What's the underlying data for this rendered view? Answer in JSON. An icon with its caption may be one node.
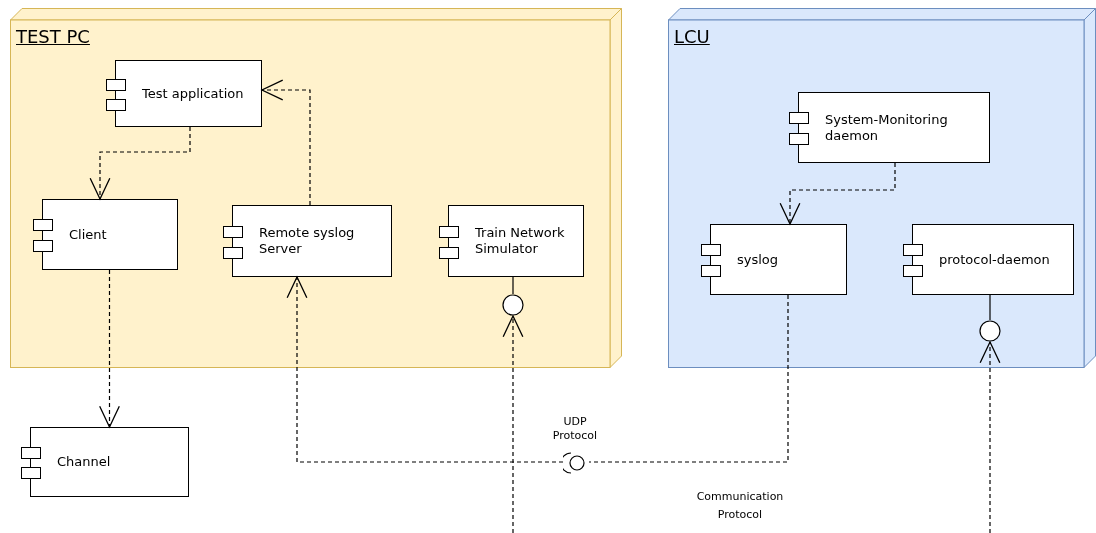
{
  "diagram": {
    "nodes": [
      {
        "text": [
          "TEST PC"
        ]
      },
      {
        "text": [
          "Test application"
        ],
        "in": 0
      },
      {
        "text": [
          "Client"
        ],
        "in": 0
      },
      {
        "text": [
          "Remote syslog Server"
        ],
        "in": 0
      },
      {
        "text": [
          "Train Network Simulator"
        ],
        "in": 0
      },
      {
        "text": [],
        "shape": "circle",
        "in": 0
      },
      {
        "text": [
          "LCU"
        ]
      },
      {
        "text": [
          "System-Monitoring daemon"
        ],
        "in": 6
      },
      {
        "text": [
          "syslog"
        ],
        "in": 6
      },
      {
        "text": [
          "protocol-daemon"
        ],
        "in": 6
      },
      {
        "text": [],
        "shape": "circle",
        "in": 6
      },
      {
        "text": [
          "Channel"
        ]
      },
      {
        "text": [
          "UDP Protocol"
        ]
      }
    ],
    "edges": [
      {
        "from": 1,
        "to": 2,
        "arrow": "to",
        "style": "dashed"
      },
      {
        "from": 3,
        "to": 1,
        "arrow": "to",
        "style": "dashed"
      },
      {
        "from": 2,
        "to": 11,
        "arrow": "to",
        "style": "dashed"
      },
      {
        "from": 7,
        "to": 8,
        "arrow": "to",
        "style": "dashed"
      },
      {
        "from": 12,
        "to": 3,
        "arrow": "to",
        "style": "dashed"
      },
      {
        "from": 8,
        "to": 12,
        "arrow": "none",
        "style": "dashed"
      },
      {
        "from": 4,
        "to": 5,
        "arrow": "none"
      },
      {
        "from": null,
        "to": 5,
        "arrow": "to",
        "style": "dashed"
      },
      {
        "from": 9,
        "to": 10,
        "arrow": "none"
      },
      {
        "from": null,
        "to": 10,
        "arrow": "to",
        "style": "dashed"
      }
    ],
    "labels": [
      "Communication Protocol"
    ]
  }
}
